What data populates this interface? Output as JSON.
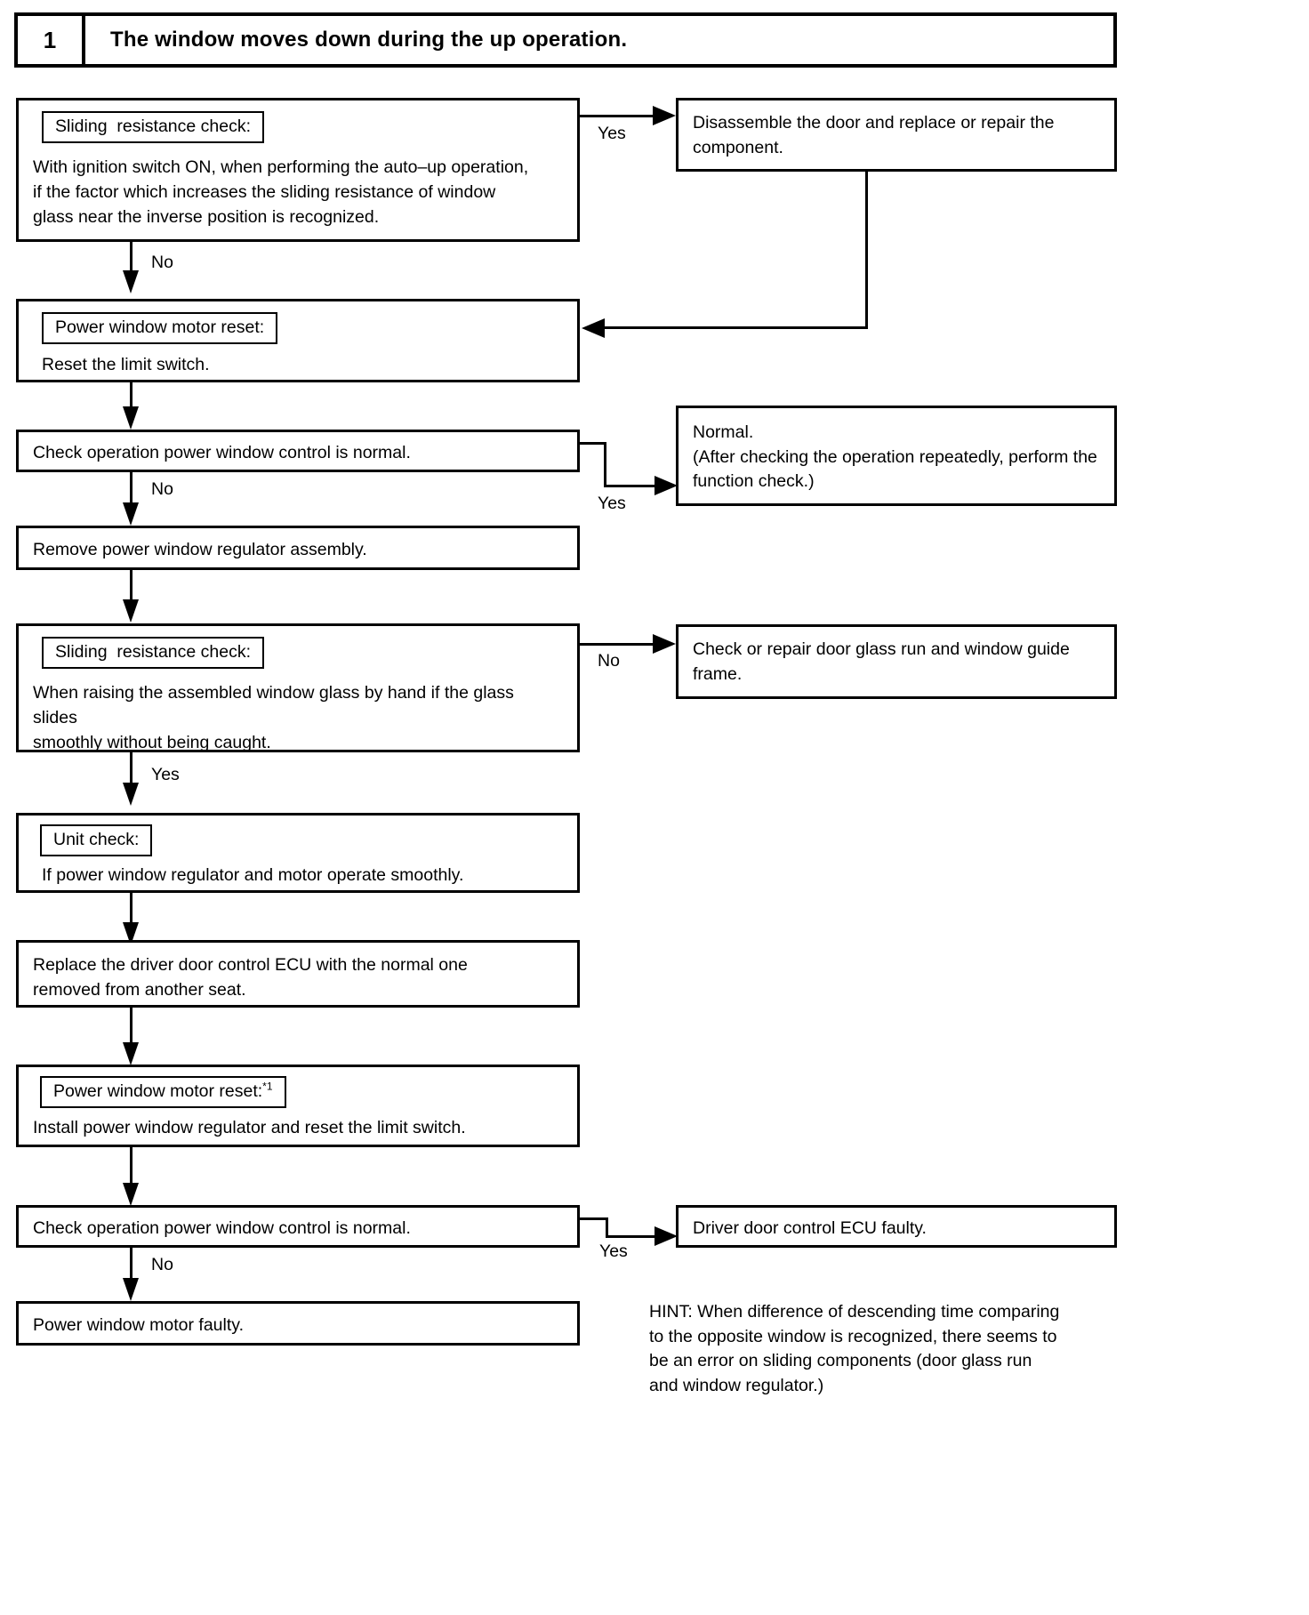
{
  "header": {
    "number": "1",
    "title": "The window moves down during the up operation."
  },
  "nodes": {
    "sliding_check_1": {
      "caption": "Sliding  resistance check:",
      "body": "With ignition switch ON, when performing the auto–up operation,\nif the factor which increases the sliding resistance of window\nglass near the inverse position is recognized."
    },
    "disassemble": {
      "body": "Disassemble the door and replace or repair the\ncomponent."
    },
    "motor_reset_1": {
      "caption": "Power window motor reset:",
      "body": "Reset the limit switch."
    },
    "check_operation_1": {
      "body": "Check operation power window control is normal."
    },
    "normal_result": {
      "body": "Normal.\n(After checking the operation repeatedly, perform the\nfunction check.)"
    },
    "remove_regulator": {
      "body": "Remove power window regulator assembly."
    },
    "sliding_check_2": {
      "caption": "Sliding  resistance check:",
      "body": "When raising the assembled window glass by hand if the glass slides\nsmoothly without being caught."
    },
    "check_glass_run": {
      "body": "Check or repair door glass run and window guide\nframe."
    },
    "unit_check": {
      "caption": "Unit check:",
      "body": "If power window regulator and motor operate smoothly."
    },
    "replace_ecu": {
      "body": "Replace the driver door control ECU with the normal one\nremoved from another seat."
    },
    "motor_reset_2": {
      "caption": "Power window motor reset:",
      "caption_note": "*1",
      "body": "Install power window regulator and reset the limit switch."
    },
    "check_operation_2": {
      "body": "Check operation power window control is normal."
    },
    "ecu_faulty": {
      "body": "Driver door control ECU faulty."
    },
    "motor_faulty": {
      "body": "Power window motor faulty."
    }
  },
  "edges": {
    "yes_1": "Yes",
    "no_1": "No",
    "yes_2": "Yes",
    "no_2": "No",
    "no_3": "No",
    "yes_3": "Yes",
    "yes_4": "Yes",
    "no_4": "No"
  },
  "hint": {
    "text": "HINT: When difference of descending time comparing\nto the opposite window is recognized, there seems to\nbe an error on sliding components (door glass run\nand window regulator.)"
  }
}
